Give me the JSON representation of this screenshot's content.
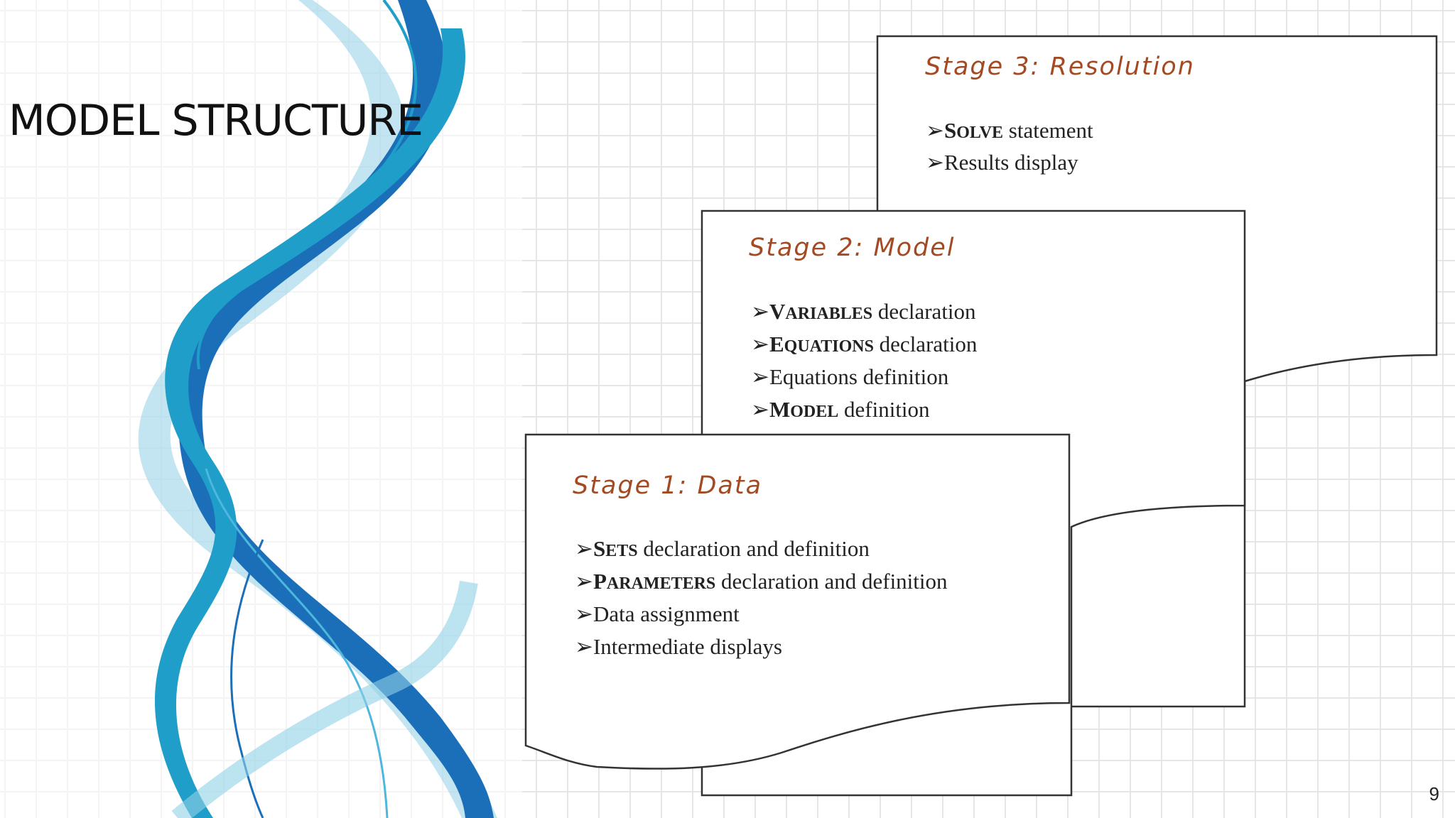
{
  "slide": {
    "title": "MODEL STRUCTURE",
    "page_number": "9"
  },
  "colors": {
    "stage_title": "#a34a22",
    "ribbon_dark": "#1b6fb8",
    "ribbon_mid": "#1f9ec9",
    "ribbon_light": "#8fd0e6"
  },
  "stages": {
    "stage3": {
      "title": "Stage 3: Resolution",
      "items": [
        {
          "arrow": "➢",
          "kw_first": "S",
          "kw_rest": "OLVE",
          "text": " statement"
        },
        {
          "arrow": "➢",
          "text": "Results display"
        }
      ]
    },
    "stage2": {
      "title": "Stage 2: Model",
      "items": [
        {
          "arrow": "➢",
          "kw_first": "V",
          "kw_rest": "ARIABLES",
          "text": " declaration"
        },
        {
          "arrow": "➢",
          "kw_first": "E",
          "kw_rest": "QUATIONS",
          "text": " declaration"
        },
        {
          "arrow": "➢",
          "text": "Equations definition"
        },
        {
          "arrow": "➢",
          "kw_first": "M",
          "kw_rest": "ODEL",
          "text": " definition"
        }
      ]
    },
    "stage1": {
      "title": "Stage 1: Data",
      "items": [
        {
          "arrow": "➢",
          "kw_first": "S",
          "kw_rest": "ETS",
          "text": " declaration and definition"
        },
        {
          "arrow": "➢",
          "kw_first": "P",
          "kw_rest": "ARAMETERS",
          "text": " declaration and definition"
        },
        {
          "arrow": "➢",
          "text": "Data assignment"
        },
        {
          "arrow": "➢",
          "text": "Intermediate displays"
        }
      ]
    }
  }
}
